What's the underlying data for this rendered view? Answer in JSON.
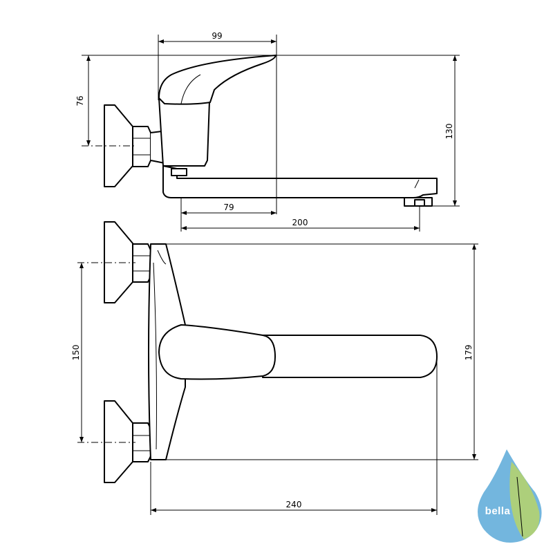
{
  "dimensions": {
    "top_width": "99",
    "top_handle_height": "76",
    "total_height": "130",
    "spout_offset": "79",
    "spout_reach": "200",
    "front_center_distance": "150",
    "front_height": "179",
    "front_length": "240"
  },
  "logo": {
    "text": "bella",
    "icon": "water-drop-leaf-icon",
    "colors": {
      "drop": "#5aa9d8",
      "leaf": "#b7d36a"
    }
  }
}
